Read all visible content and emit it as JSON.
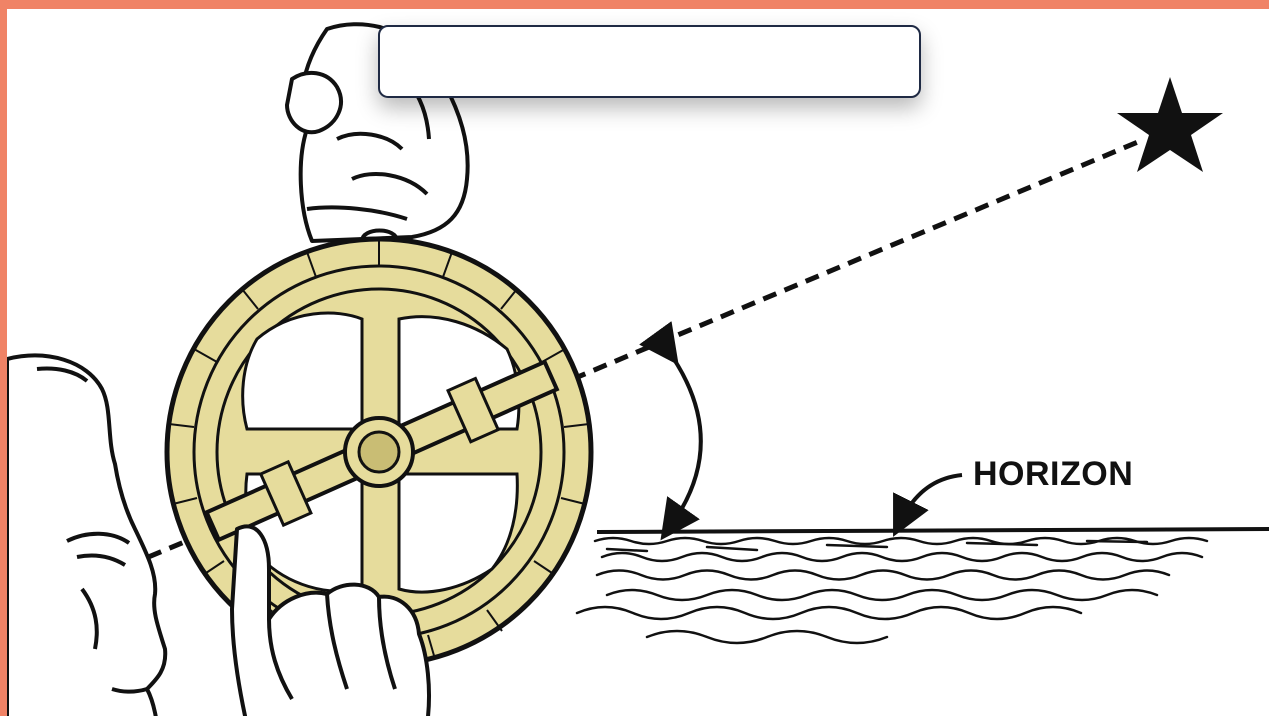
{
  "diagram": {
    "horizon_label": "HORIZON",
    "label_box_text": "",
    "colors": {
      "frame": "#f08366",
      "brass": "#e6dc9c",
      "brass_dark": "#c9bd74",
      "ink": "#111111",
      "label_border": "#1f2a44"
    },
    "icons": [
      "star-icon",
      "astrolabe",
      "hand",
      "face",
      "sea-waves",
      "angle-arc-arrow"
    ]
  }
}
